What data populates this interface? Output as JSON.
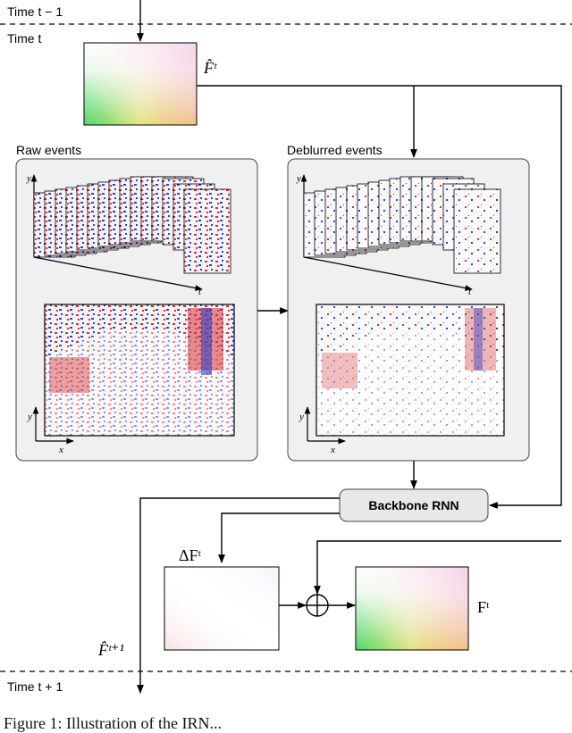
{
  "time_labels": {
    "prev": "Time t − 1",
    "curr": "Time t",
    "next": "Time t + 1"
  },
  "flow_labels": {
    "hat_flow_t": "F̂ᵗ",
    "delta_flow_t": "ΔFᵗ",
    "flow_t": "Fᵗ",
    "hat_flow_t1": "F̂ᵗ⁺¹"
  },
  "panels": {
    "raw_title": "Raw events",
    "deblurred_title": "Deblurred events"
  },
  "axes": {
    "y": "y",
    "x": "x",
    "t": "t"
  },
  "backbone_label": "Backbone RNN",
  "caption_partial": "Figure 1: Illustration of the IRN..."
}
